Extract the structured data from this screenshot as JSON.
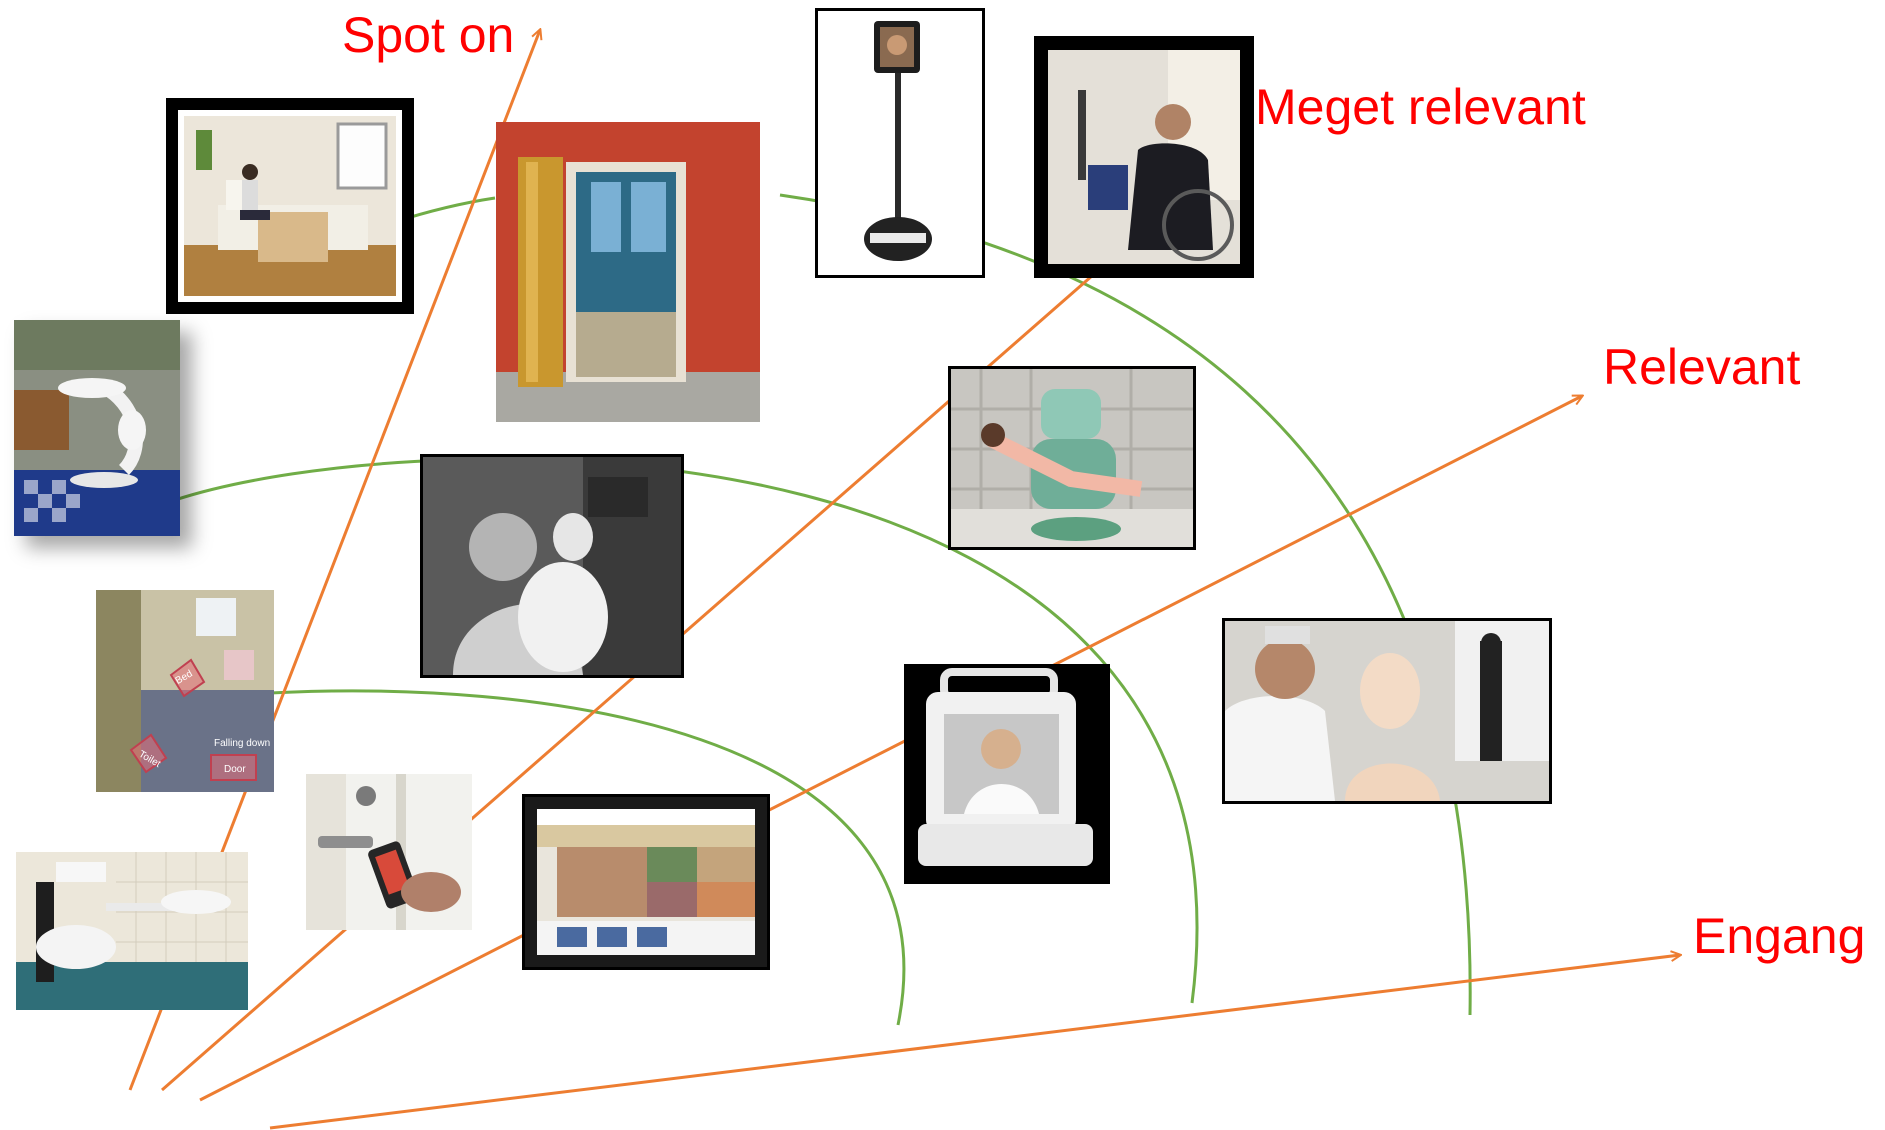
{
  "labels": {
    "spot_on": "Spot on",
    "meget_relevant": "Meget relevant",
    "relevant": "Relevant",
    "engang": "Engang"
  },
  "image_labels": {
    "bed": "Bed",
    "falling_down": "Falling down",
    "toilet": "Toilet",
    "door": "Door"
  },
  "colors": {
    "arrow": "#ed7d31",
    "arc": "#70ad47",
    "label": "#ff0000"
  }
}
